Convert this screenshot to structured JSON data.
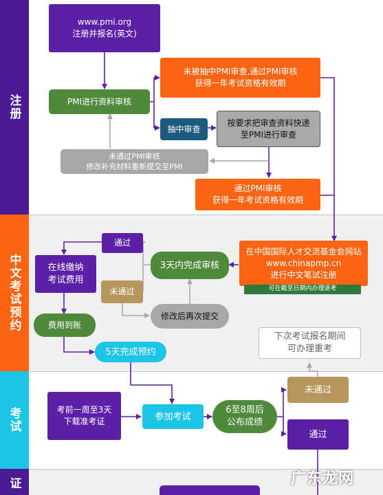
{
  "lanes": {
    "register": "注册",
    "booking": "中文考试预约",
    "exam": "考试",
    "cert": "证"
  },
  "nodes": {
    "pmi_site": [
      "www.pmi.org",
      "注册并报名(英文)"
    ],
    "pmi_review": "PMI进行资料审核",
    "not_selected": [
      "未被抽中PMI审查,通过PMI审核",
      "获得一年考试资格有效期"
    ],
    "selected": "抽中审查",
    "send_materials": [
      "按要求把审查资料快递",
      "至PMI进行审查"
    ],
    "audit_failed": [
      "未通过PMI审核",
      "修改补充材料重新提交至PMI"
    ],
    "audit_passed": [
      "通过PMI审核",
      "获得一年考试资格有效期"
    ],
    "cn_register": [
      "在中国国际人才交流基金会网站",
      "www.chinapmp.cn",
      "进行中文笔试注册"
    ],
    "cn_register_note": "可在截至日期内办理退考",
    "review_3days": "3天内完成审核",
    "passed_1": "通过",
    "not_passed_1": "未通过",
    "pay_online": [
      "在线缴纳",
      "考试费用"
    ],
    "resubmit": "修改后再次提交",
    "fee_received": "费用到账",
    "booking_5days": "5天完成预约",
    "next_exam": [
      "下次考试报名期间",
      "可办理重考"
    ],
    "download_ticket": [
      "考前一周至3天",
      "下载准考证"
    ],
    "take_exam": "参加考试",
    "results": [
      "6至8周后",
      "公布成绩"
    ],
    "not_passed_2": "未通过",
    "passed_2": "通过"
  },
  "watermark": "广东龙网",
  "colors": {
    "lane_purple": "#4b1a94",
    "lane_orange": "#fb6412",
    "lane_cyan": "#1cc5e6",
    "lane_bg_light": "#f0f0f0",
    "arrow_purple": "#5b1fa8",
    "arrow_gray": "#a7a7a7"
  }
}
